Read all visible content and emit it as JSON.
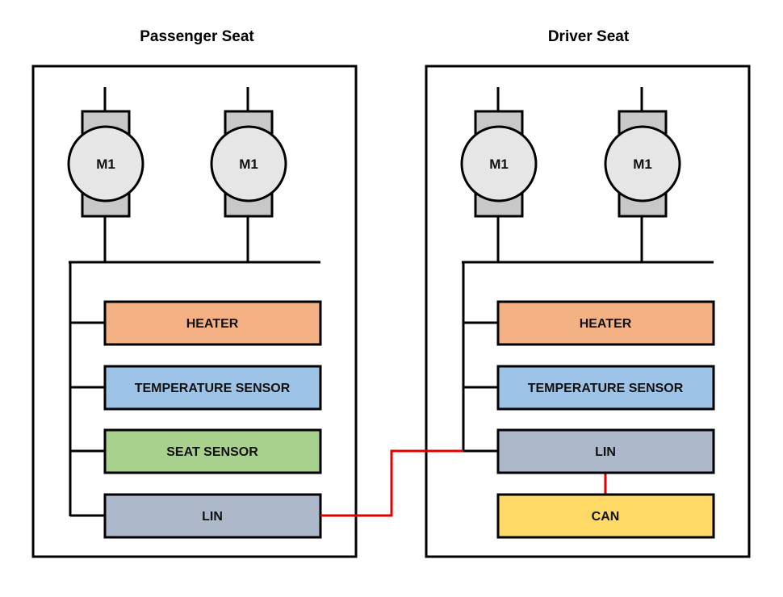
{
  "passenger": {
    "title": "Passenger Seat",
    "motors": [
      "M1",
      "M1"
    ],
    "blocks": {
      "heater": "HEATER",
      "temp_sensor": "TEMPERATURE SENSOR",
      "seat_sensor": "SEAT SENSOR",
      "lin": "LIN"
    }
  },
  "driver": {
    "title": "Driver Seat",
    "motors": [
      "M1",
      "M1"
    ],
    "blocks": {
      "heater": "HEATER",
      "temp_sensor": "TEMPERATURE SENSOR",
      "lin": "LIN",
      "can": "CAN"
    }
  },
  "colors": {
    "heater": "#f4b183",
    "temp_sensor": "#9dc3e6",
    "seat_sensor": "#a9d18e",
    "lin": "#adb9ca",
    "can": "#ffd966",
    "motor_body": "#c8c8c8",
    "motor_circle": "#e6e6e6",
    "link": "#e00000"
  }
}
